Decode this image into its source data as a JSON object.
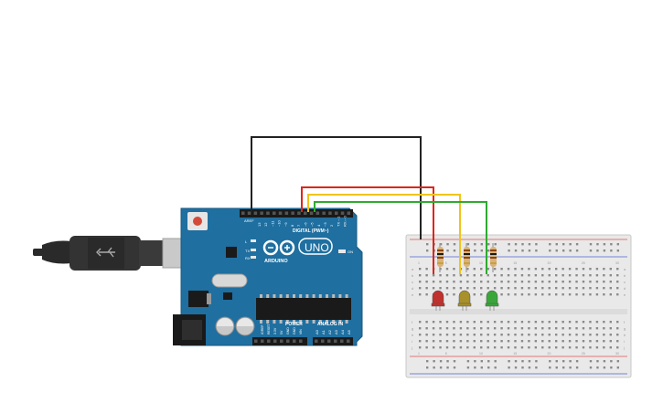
{
  "board": {
    "name": "UNO",
    "brand": "ARDUINO",
    "digital_label": "DIGITAL (PWM~)",
    "power_label": "POWER",
    "analog_label": "ANALOG IN",
    "on_label": "ON",
    "tx_label": "TX",
    "rx_label": "RX",
    "l_label": "L",
    "aref_label": "AREF",
    "gnd_label": "GND",
    "ioref_label": "IOREF",
    "reset_label": "RESET",
    "v33_label": "3.3V",
    "v5_label": "5V",
    "vin_label": "VIN",
    "digital_pins": [
      "13",
      "12",
      "~11",
      "~10",
      "~9",
      "8",
      "7",
      "~6",
      "~5",
      "4",
      "~3",
      "2",
      "TX→1",
      "RX←0"
    ],
    "analog_pins": [
      "A0",
      "A1",
      "A2",
      "A3",
      "A4",
      "A5"
    ]
  },
  "breadboard": {
    "row_letters_top": [
      "a",
      "b",
      "c",
      "d",
      "e"
    ],
    "row_letters_bottom": [
      "f",
      "g",
      "h",
      "i",
      "j"
    ],
    "column_numbers": [
      "1",
      "5",
      "10",
      "15",
      "20",
      "25",
      "30"
    ]
  },
  "components": {
    "leds": [
      {
        "name": "red-led",
        "color": "#c0302c"
      },
      {
        "name": "yellow-led",
        "color": "#a8902a"
      },
      {
        "name": "green-led",
        "color": "#3aa63a"
      }
    ]
  },
  "colors": {
    "board_blue": "#1f6fa0",
    "wire_black": "#222222",
    "wire_red": "#e0241b",
    "wire_yellow": "#f0c419",
    "wire_green": "#2faa2f"
  }
}
